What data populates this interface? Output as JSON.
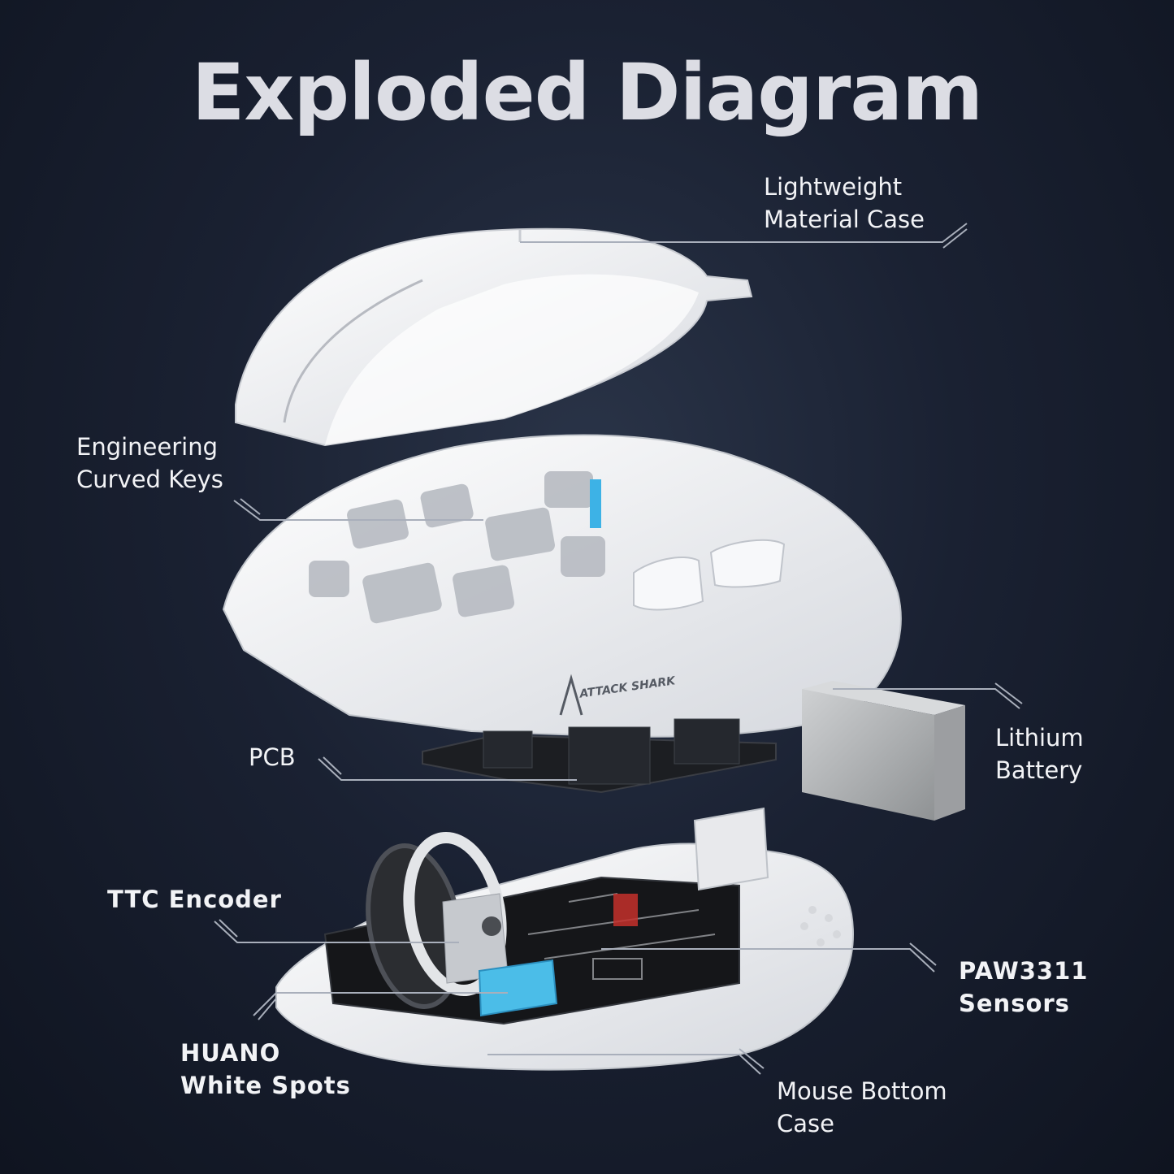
{
  "title": "Exploded Diagram",
  "labels": {
    "case": [
      "Lightweight",
      "Material Case"
    ],
    "keys": [
      "Engineering",
      "Curved Keys"
    ],
    "battery": [
      "Lithium",
      "Battery"
    ],
    "pcb": [
      "PCB"
    ],
    "encoder": [
      "TTC Encoder"
    ],
    "sensor": [
      "PAW3311",
      "Sensors"
    ],
    "switches": [
      "HUANO",
      "White Spots"
    ],
    "bottom": [
      "Mouse Bottom",
      "Case"
    ]
  },
  "brand_logo": "ATTACK SHARK",
  "colors": {
    "background": "#1a2132",
    "shell": "#f1f2f4",
    "leader_line": "#a9afbb",
    "switch_accent": "#3db2e6",
    "battery": "#b9bbbd"
  }
}
